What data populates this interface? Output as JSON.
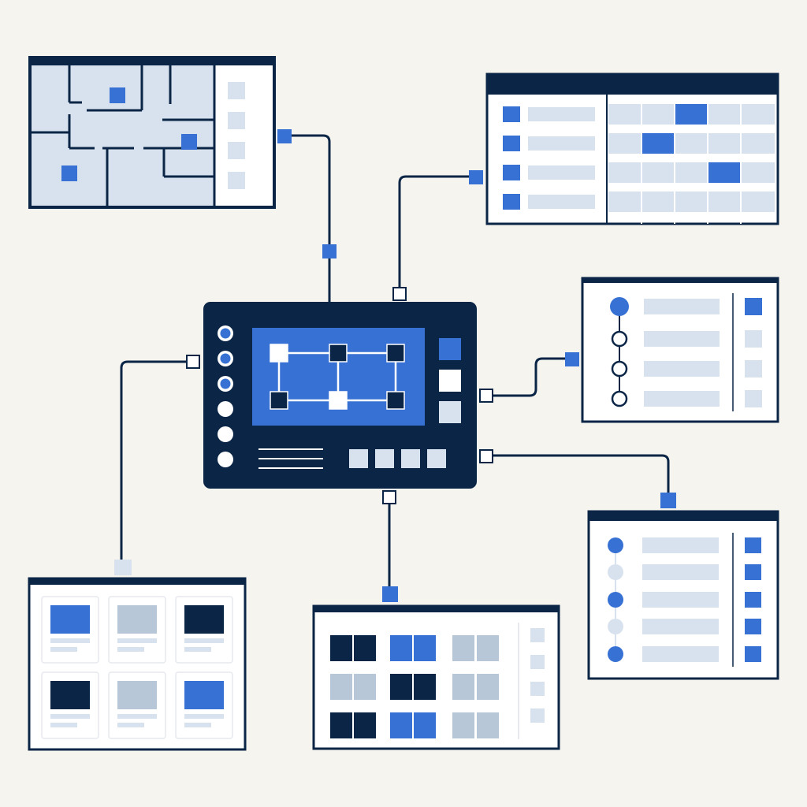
{
  "colors": {
    "background": "#f5f4ef",
    "navy": "#0b2546",
    "blue": "#3671d3",
    "light": "#d8e2ee",
    "mid": "#b8c7d8",
    "white": "#ffffff",
    "cellBorder": "#e6e9ee"
  },
  "icons": {
    "connector_filled": "filled-square-connector-icon",
    "connector_open": "open-square-connector-icon",
    "timeline_node": "circle-node-icon"
  },
  "hub": {
    "status_dots": [
      "outline",
      "outline",
      "outline",
      "white",
      "white",
      "white"
    ],
    "side_buttons": [
      "blue",
      "white",
      "light"
    ],
    "footer_tiles": 4,
    "network_nodes": [
      "white",
      "navy",
      "navy",
      "navy",
      "white",
      "navy"
    ]
  },
  "floorplan": {
    "marker_count": 3,
    "list_items": 4
  },
  "schedule": {
    "rows": 4,
    "columns": 5,
    "highlight_cells": [
      [
        0,
        2
      ],
      [
        1,
        1
      ],
      [
        2,
        3
      ]
    ]
  },
  "timeline": {
    "nodes": [
      "filled",
      "hollow",
      "hollow",
      "hollow"
    ],
    "side_boxes": [
      "blue",
      "light",
      "light",
      "light"
    ]
  },
  "checklist": {
    "nodes": [
      "blue",
      "light",
      "blue",
      "light",
      "blue"
    ]
  },
  "gallery": {
    "thumbs": [
      "blue",
      "mid",
      "navy",
      "navy",
      "mid",
      "blue"
    ]
  },
  "matrix": {
    "rows": [
      [
        "navy",
        "navy",
        "blue",
        "blue",
        "mid",
        "mid"
      ],
      [
        "mid",
        "mid",
        "navy",
        "navy",
        "mid",
        "mid"
      ],
      [
        "navy",
        "navy",
        "blue",
        "blue",
        "mid",
        "mid"
      ]
    ],
    "side_items": 4
  }
}
